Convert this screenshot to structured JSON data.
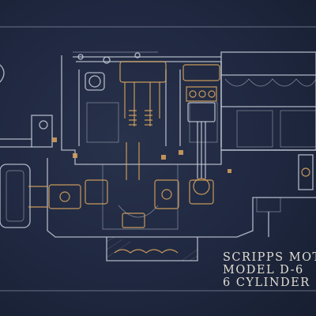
{
  "title_block": {
    "line1": "SCRIPPS MOT",
    "line2": "MODEL D-6",
    "line3": "6 CYLINDER"
  },
  "colors": {
    "paper": "#1f2840",
    "linework": "#c9cfdc",
    "accent": "#d9a45f",
    "lettering": "#e0dcd0"
  }
}
